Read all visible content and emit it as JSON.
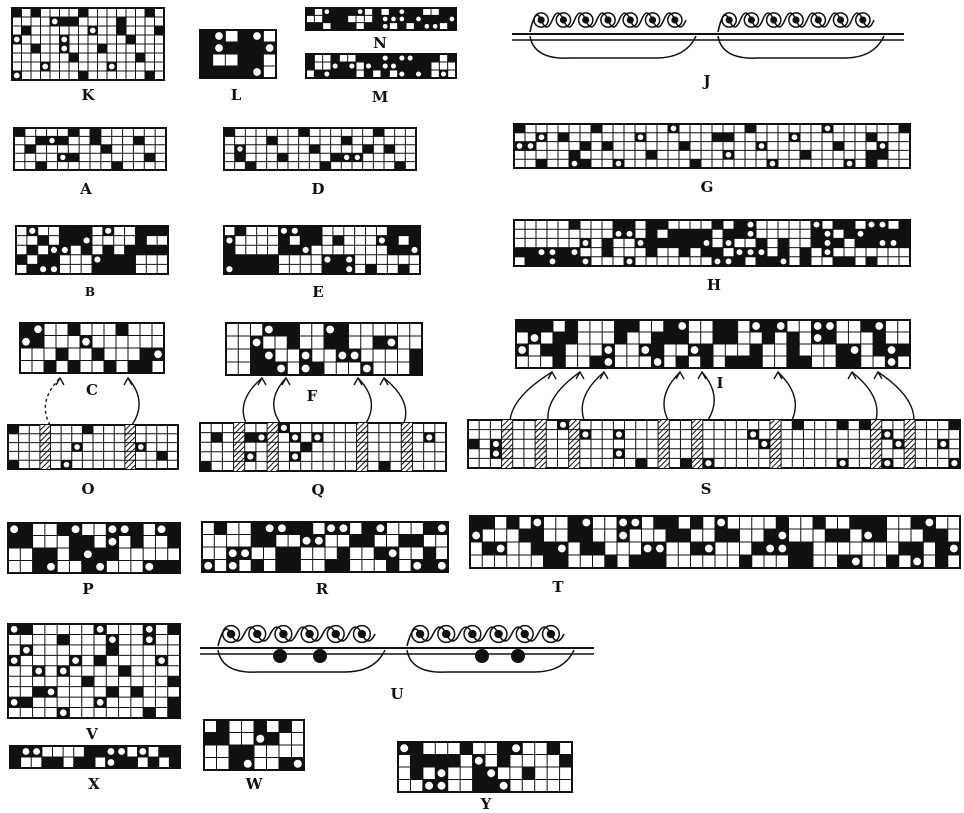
{
  "figure": {
    "title": "",
    "labels": {
      "K": "K",
      "L": "L",
      "M": "M",
      "N": "N",
      "J": "J",
      "A": "A",
      "D": "D",
      "G": "G",
      "B": "B",
      "E": "E",
      "H": "H",
      "C": "C",
      "F": "F",
      "I": "I",
      "O": "O",
      "Q": "Q",
      "S": "S",
      "P": "P",
      "R": "R",
      "T": "T",
      "U": "U",
      "V": "V",
      "X": "X",
      "W": "W",
      "Y": "Y"
    }
  },
  "colors": {
    "ink": "#111111",
    "paper": "#ffffff",
    "hatch": "#111111"
  }
}
